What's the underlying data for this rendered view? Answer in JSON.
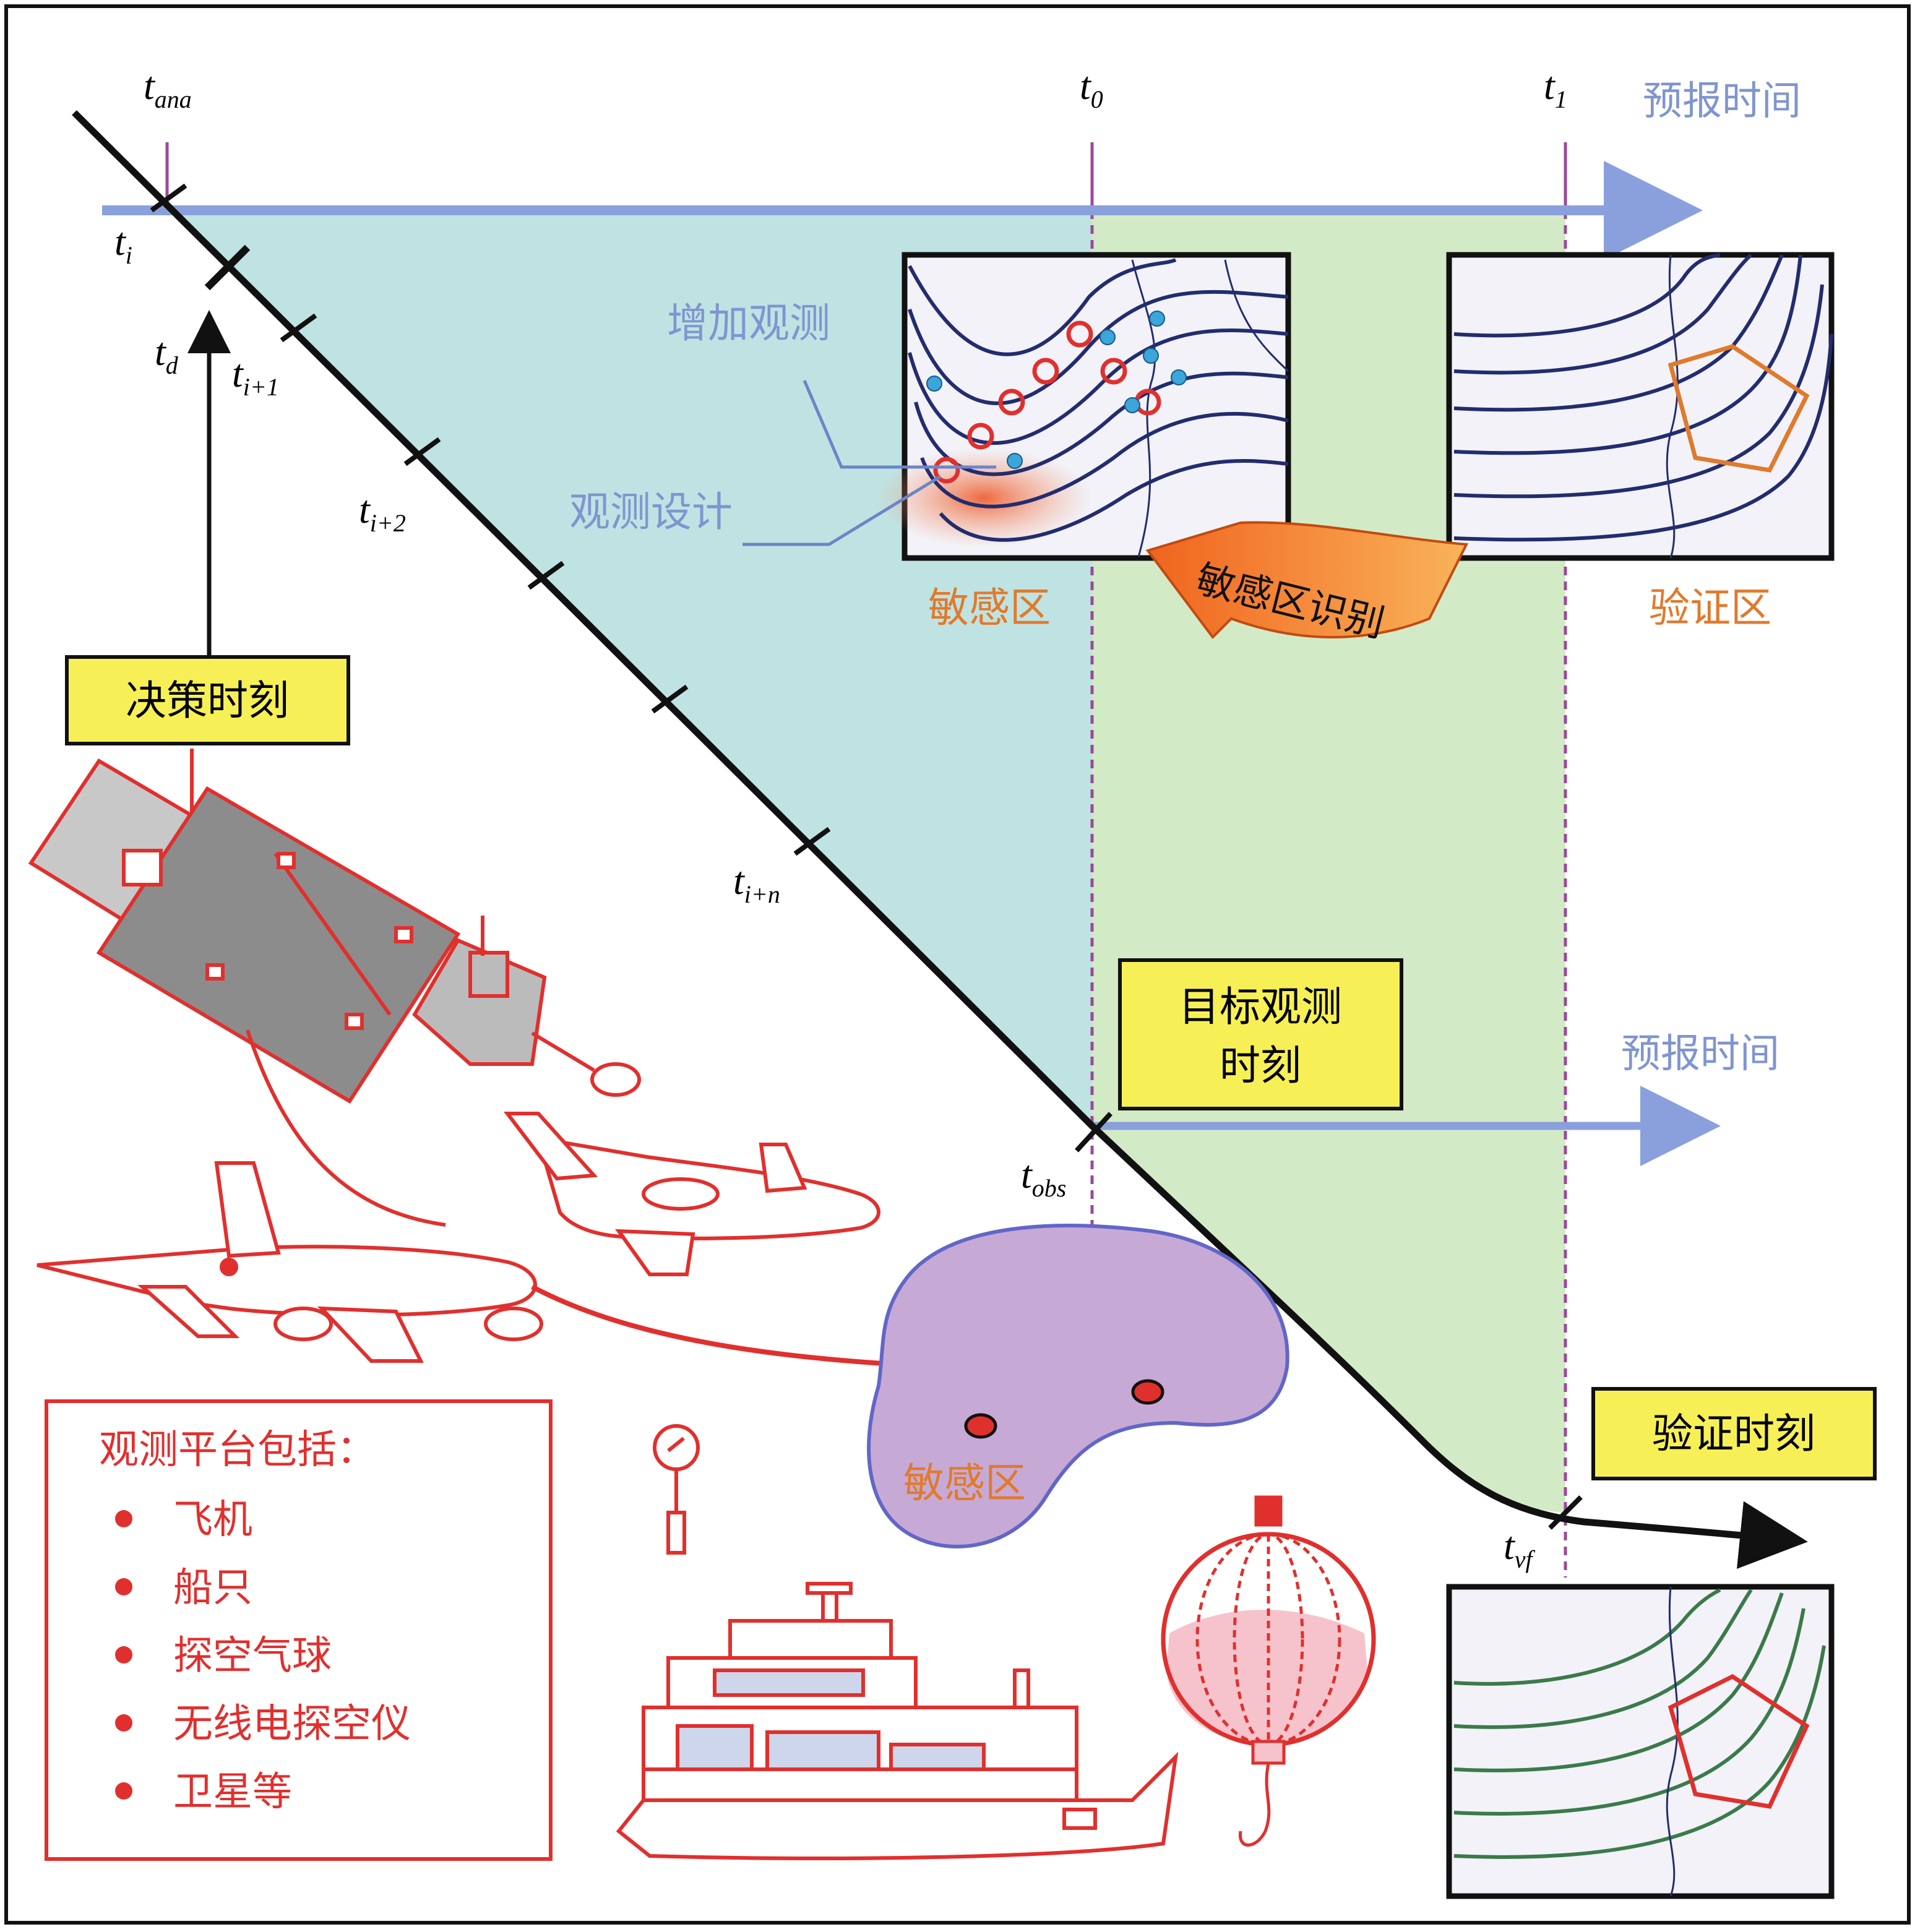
{
  "colors": {
    "forecast_blue": "#7f95d0",
    "arrow_blue": "#8aa0dd",
    "region_cyan": "#bfe3e2",
    "region_green": "#d3eac6",
    "label_orange": "#e07a2c",
    "label_yellow": "#f6f056",
    "platform_red": "#e0302e",
    "sensitive_purple": "#c7a9d6",
    "contour_navy": "#232c6e",
    "contour_green": "#3b7a4a"
  },
  "time_labels": {
    "t_ana": {
      "base": "t",
      "sub": "ana"
    },
    "t_0": {
      "base": "t",
      "sub": "0"
    },
    "t_1": {
      "base": "t",
      "sub": "1"
    },
    "t_i": {
      "base": "t",
      "sub": "i"
    },
    "t_d": {
      "base": "t",
      "sub": "d"
    },
    "t_i1": {
      "base": "t",
      "sub": "i+1"
    },
    "t_i2": {
      "base": "t",
      "sub": "i+2"
    },
    "t_in": {
      "base": "t",
      "sub": "i+n"
    },
    "t_obs": {
      "base": "t",
      "sub": "obs"
    },
    "t_vf": {
      "base": "t",
      "sub": "vf"
    }
  },
  "labels": {
    "forecast_time_top": "预报时间",
    "forecast_time_mid": "预报时间",
    "add_obs": "增加观测",
    "obs_design": "观测设计",
    "sensitive_region_map": "敏感区",
    "verification_region": "验证区",
    "sensitive_id_arrow": "敏感区识别",
    "sensitive_region_blob": "敏感区"
  },
  "boxes": {
    "decision_time": "决策时刻",
    "target_obs_line1": "目标观测",
    "target_obs_line2": "时刻",
    "verification_time": "验证时刻"
  },
  "legend": {
    "title": "观测平台包括：",
    "items": [
      "飞机",
      "船只",
      "探空气球",
      "无线电探空仪",
      "卫星等"
    ]
  },
  "icons": {
    "satellite": "satellite-icon",
    "jet_small": "business-jet-icon",
    "airliner": "airliner-icon",
    "ship": "ship-icon",
    "balloon": "sounding-balloon-icon",
    "radiosonde": "radiosonde-icon"
  }
}
